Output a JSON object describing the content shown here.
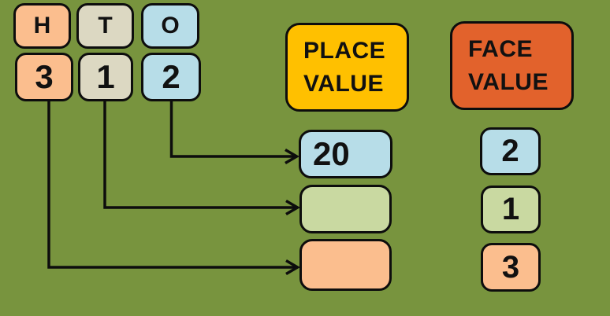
{
  "background_color": "#78943E",
  "line_color": "#0d0d0d",
  "columns": {
    "headers": [
      {
        "label": "H",
        "color": "#FBBE8E"
      },
      {
        "label": "T",
        "color": "#DCD8C2"
      },
      {
        "label": "O",
        "color": "#B7DDE8"
      }
    ],
    "digits": [
      {
        "label": "3",
        "color": "#FBBE8E"
      },
      {
        "label": "1",
        "color": "#DCD8C2"
      },
      {
        "label": "2",
        "color": "#B7DDE8"
      }
    ]
  },
  "place_value": {
    "title_line1": "PLACE",
    "title_line2": "VALUE",
    "header_color": "#FFC000",
    "items": [
      {
        "value": "20",
        "color": "#B7DDE8"
      },
      {
        "value": "",
        "color": "#C9D9A1"
      },
      {
        "value": "",
        "color": "#FBBE8E"
      }
    ]
  },
  "face_value": {
    "title_line1": "FACE",
    "title_line2": "VALUE",
    "header_color": "#E2622C",
    "items": [
      {
        "value": "2",
        "color": "#B7DDE8"
      },
      {
        "value": "1",
        "color": "#C9D9A1"
      },
      {
        "value": "3",
        "color": "#FBBE8E"
      }
    ]
  }
}
